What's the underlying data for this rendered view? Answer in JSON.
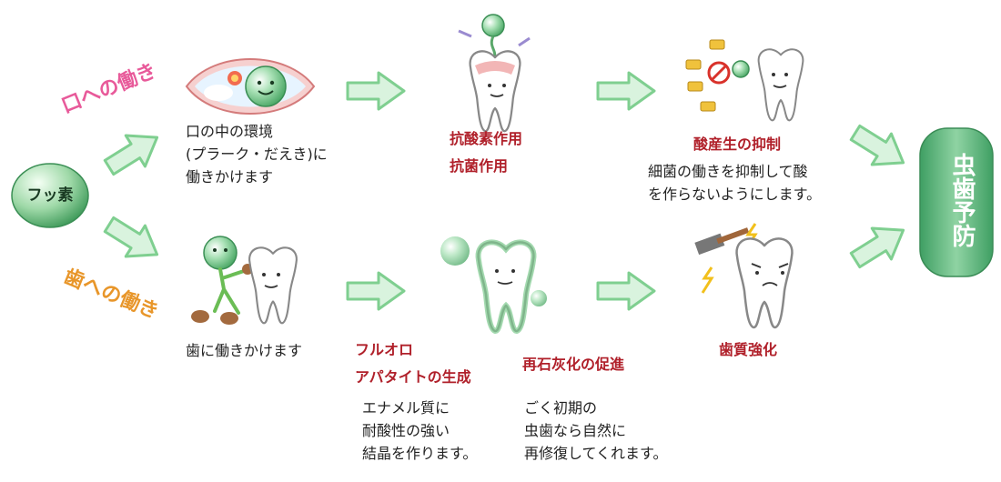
{
  "colors": {
    "mouth_branch": "#e85a9a",
    "teeth_branch": "#e8962a",
    "effect_red": "#b0202a",
    "arrow_fill": "#d9f3de",
    "arrow_stroke": "#7fcf90",
    "goal_green": "#5cb87a"
  },
  "source": {
    "label": "フッ素"
  },
  "goal": {
    "label": "虫歯予防"
  },
  "mouth_branch": {
    "label": "口への働き",
    "step1_desc": "口の中の環境\n(プラーク・だえき)に\n働きかけます",
    "step2_effect": "抗酸素作用\n抗菌作用",
    "step3_effect": "酸産生の抑制",
    "step3_desc": "細菌の働きを抑制して酸\nを作らないようにします。"
  },
  "teeth_branch": {
    "label": "歯への働き",
    "step1_desc": "歯に働きかけます",
    "step2_effect": "フルオロ\nアパタイトの生成",
    "step2_desc": "エナメル質に\n耐酸性の強い\n結晶を作ります。",
    "step3_effect": "再石灰化の促進",
    "step3_desc": "ごく初期の\n虫歯なら自然に\n再修復してくれます。",
    "step4_effect": "歯質強化"
  },
  "icons": [
    "fluoride-ball-icon",
    "mouth-icon",
    "tooth-icon",
    "bacteria-icon",
    "hammer-icon",
    "lightning-icon",
    "arrow-icon"
  ]
}
